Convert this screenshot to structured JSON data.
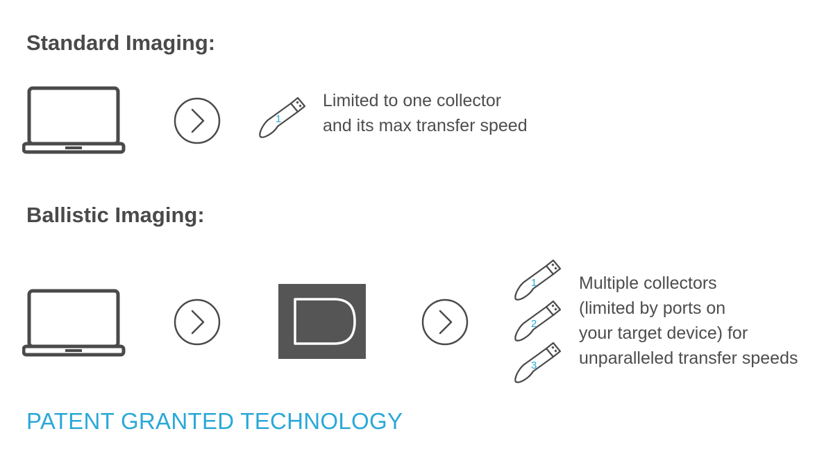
{
  "colors": {
    "text": "#4a4a4a",
    "icon": "#4a4a4a",
    "accent": "#2aa8d8",
    "device_fill": "#555555"
  },
  "standard": {
    "heading": "Standard Imaging:",
    "description_lines": [
      "Limited to one collector",
      "and its max transfer speed"
    ],
    "flow": [
      "laptop-icon",
      "arrow-circle-icon",
      "usb-drive-icon"
    ],
    "usb_numbers": [
      "1"
    ]
  },
  "ballistic": {
    "heading": "Ballistic Imaging:",
    "description_lines": [
      "Multiple collectors",
      "(limited by ports on",
      "your target device) for",
      "unparalleled transfer speeds"
    ],
    "flow": [
      "laptop-icon",
      "arrow-circle-icon",
      "ballistic-device-icon",
      "arrow-circle-icon",
      "usb-drive-icon"
    ],
    "usb_numbers": [
      "1",
      "2",
      "3"
    ]
  },
  "footer": {
    "text": "PATENT GRANTED TECHNOLOGY"
  }
}
